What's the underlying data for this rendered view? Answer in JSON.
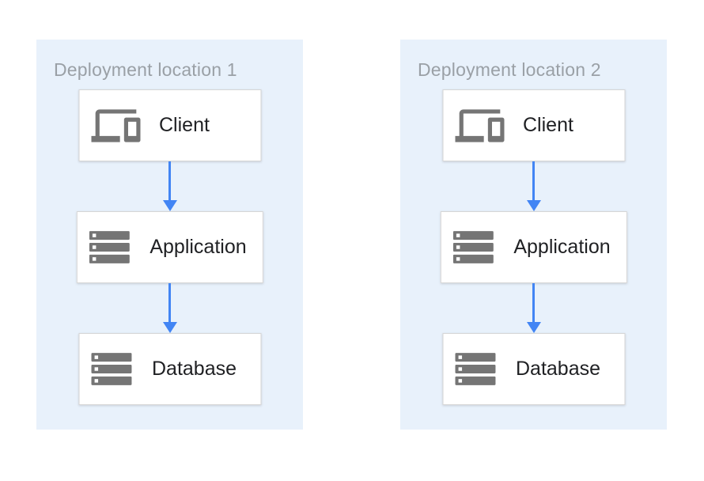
{
  "diagram": {
    "panels": [
      {
        "title": "Deployment location 1",
        "nodes": [
          {
            "label": "Client",
            "icon": "devices-icon"
          },
          {
            "label": "Application",
            "icon": "server-stack-icon"
          },
          {
            "label": "Database",
            "icon": "server-stack-icon"
          }
        ],
        "connections": [
          {
            "from": "Client",
            "to": "Application"
          },
          {
            "from": "Application",
            "to": "Database"
          }
        ]
      },
      {
        "title": "Deployment location 2",
        "nodes": [
          {
            "label": "Client",
            "icon": "devices-icon"
          },
          {
            "label": "Application",
            "icon": "server-stack-icon"
          },
          {
            "label": "Database",
            "icon": "server-stack-icon"
          }
        ],
        "connections": [
          {
            "from": "Client",
            "to": "Application"
          },
          {
            "from": "Application",
            "to": "Database"
          }
        ]
      }
    ],
    "colors": {
      "panel_background": "#e8f1fb",
      "node_background": "#ffffff",
      "node_border": "#d6d6d6",
      "icon_gray": "#757575",
      "arrow_blue": "#4285f4",
      "title_text": "#9aa0a6",
      "label_text": "#202124"
    }
  }
}
